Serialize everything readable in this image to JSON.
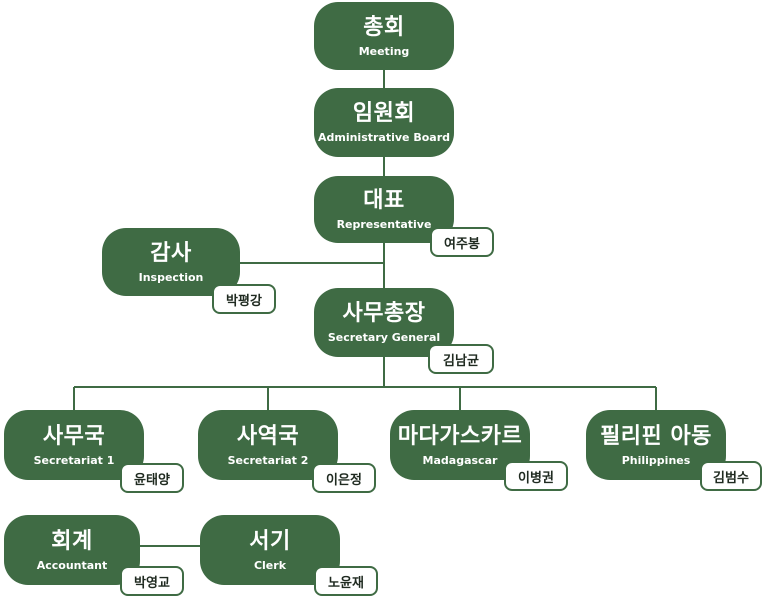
{
  "colors": {
    "node_fill": "#3f6b44",
    "line": "#3f6b44",
    "tag_border": "#3f6b44",
    "background": "#ffffff"
  },
  "nodes": {
    "meeting": {
      "ko": "총회",
      "en": "Meeting"
    },
    "board": {
      "ko": "임원회",
      "en": "Administrative Board"
    },
    "representative": {
      "ko": "대표",
      "en": "Representative",
      "person": "여주봉"
    },
    "inspection": {
      "ko": "감사",
      "en": "Inspection",
      "person": "박평강"
    },
    "secretary_general": {
      "ko": "사무총장",
      "en": "Secretary General",
      "person": "김남균"
    },
    "secretariat1": {
      "ko": "사무국",
      "en": "Secretariat 1",
      "person": "윤태양"
    },
    "secretariat2": {
      "ko": "사역국",
      "en": "Secretariat 2",
      "person": "이은정"
    },
    "madagascar": {
      "ko": "마다가스카르",
      "en": "Madagascar",
      "person": "이병권"
    },
    "philippines": {
      "ko": "필리핀 아동",
      "en": "Philippines",
      "person": "김범수"
    },
    "accountant": {
      "ko": "회계",
      "en": "Accountant",
      "person": "박영교"
    },
    "clerk": {
      "ko": "서기",
      "en": "Clerk",
      "person": "노윤재"
    }
  }
}
